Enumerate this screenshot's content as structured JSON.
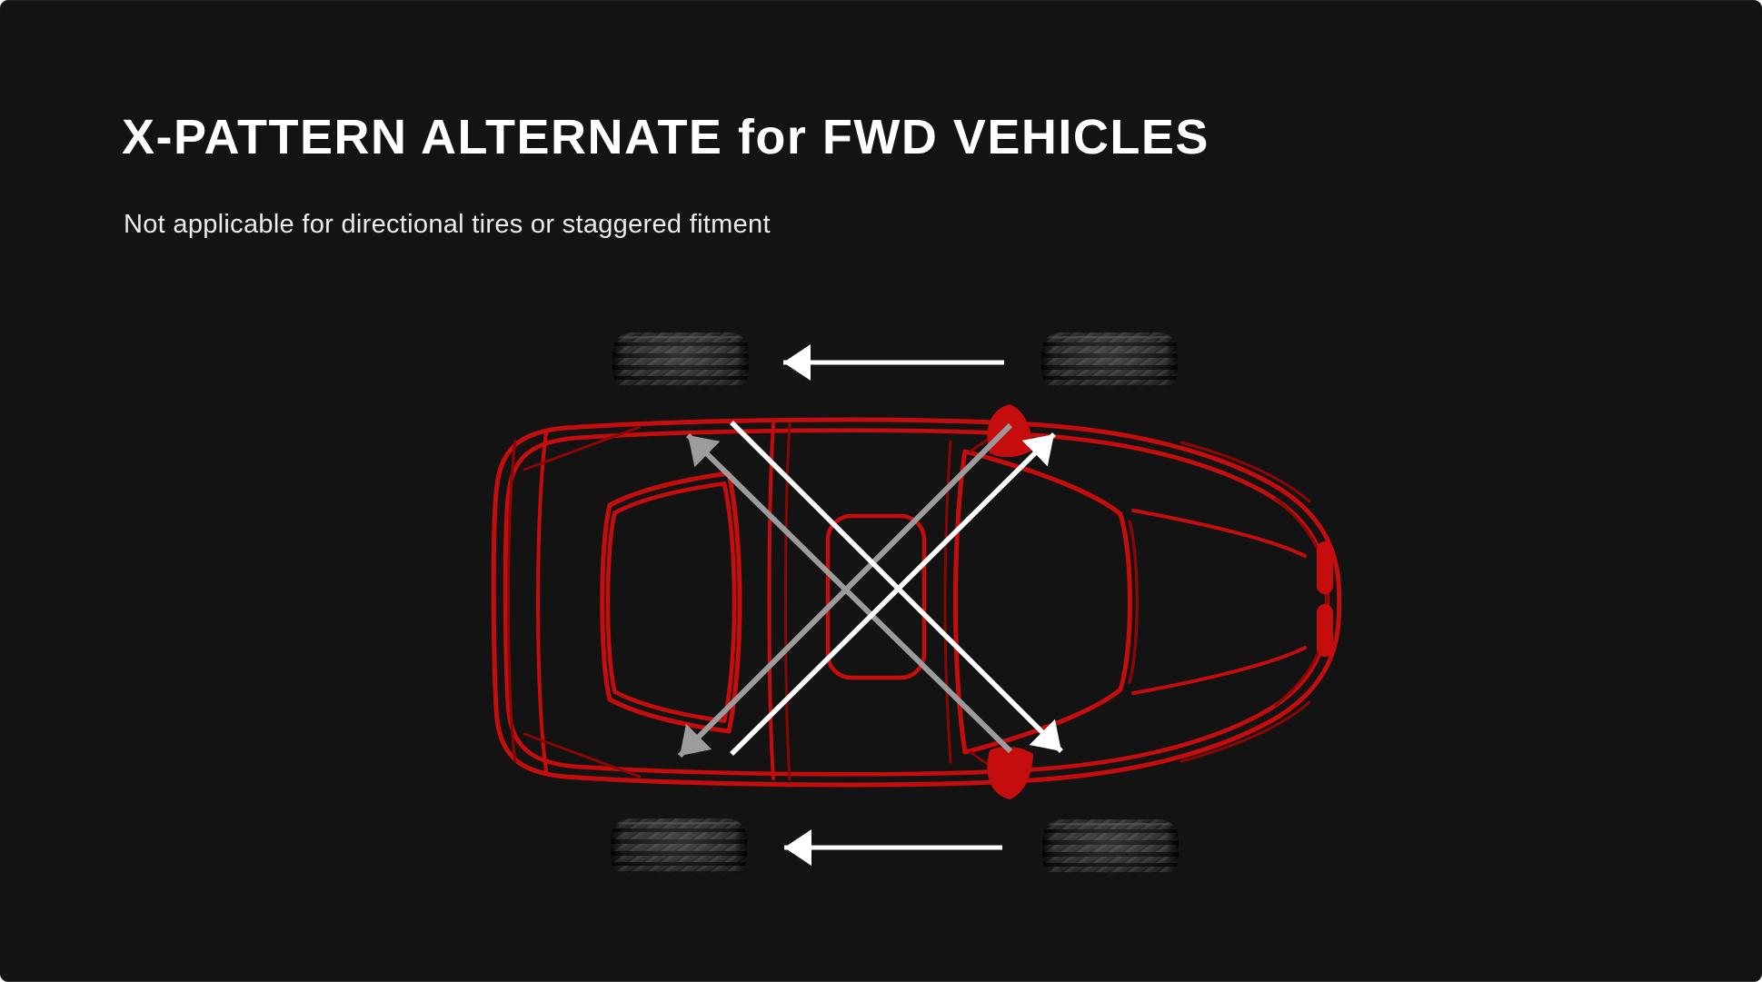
{
  "header": {
    "title": "X-PATTERN ALTERNATE for FWD VEHICLES",
    "subtitle": "Not applicable for directional tires or staggered fitment"
  },
  "colors": {
    "page_bg": "#ffffff",
    "card_bg": "#131313",
    "title_color": "#ffffff",
    "subtitle_color": "#ededed",
    "car_red": "#c50d0d",
    "car_red_dark": "#8a0707",
    "arrow_white": "#ffffff",
    "arrow_gray": "#9c9c9c",
    "tire_base": "#262626"
  },
  "diagram": {
    "car": "top-view sedan outline in red, front facing right",
    "tires": [
      {
        "name": "tire-top-left"
      },
      {
        "name": "tire-top-right"
      },
      {
        "name": "tire-bottom-left"
      },
      {
        "name": "tire-bottom-right"
      }
    ],
    "arrows": [
      {
        "name": "arrow-top-straight",
        "color": "white",
        "direction": "right tire to left tire"
      },
      {
        "name": "arrow-bottom-straight",
        "color": "white",
        "direction": "right tire to left tire"
      },
      {
        "name": "arrow-diagonal-white-up",
        "color": "white",
        "direction": "bottom-left to top-right"
      },
      {
        "name": "arrow-diagonal-white-down",
        "color": "white",
        "direction": "top-left to bottom-right"
      },
      {
        "name": "arrow-diagonal-gray-up",
        "color": "gray",
        "direction": "bottom-right to top-left"
      },
      {
        "name": "arrow-diagonal-gray-down",
        "color": "gray",
        "direction": "top-right to bottom-left"
      }
    ]
  }
}
